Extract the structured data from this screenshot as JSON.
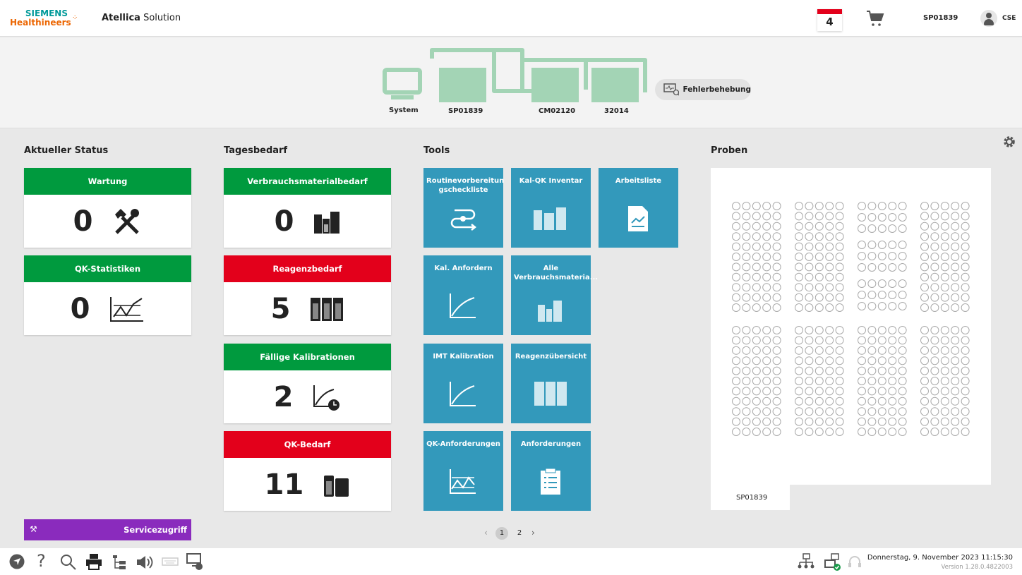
{
  "header": {
    "brand_top": "SIEMENS",
    "brand_bottom": "Healthineers",
    "app_bold": "Atellica",
    "app_rest": "Solution",
    "calendar_count": "4",
    "system_id": "SP01839",
    "user": "CSE"
  },
  "instrument": {
    "modules": [
      "System",
      "SP01839",
      "CM02120",
      "32014"
    ],
    "troubleshoot_label": "Fehlerbehebung"
  },
  "status": {
    "title": "Aktueller Status",
    "cards": [
      {
        "label": "Wartung",
        "value": "0",
        "color": "#009a3e"
      },
      {
        "label": "QK-Statistiken",
        "value": "0",
        "color": "#009a3e"
      }
    ],
    "service_label": "Servicezugriff"
  },
  "daily": {
    "title": "Tagesbedarf",
    "cards": [
      {
        "label": "Verbrauchsmaterialbedarf",
        "value": "0",
        "color": "#009a3e"
      },
      {
        "label": "Reagenzbedarf",
        "value": "5",
        "color": "#e3001b"
      },
      {
        "label": "Fällige Kalibrationen",
        "value": "2",
        "color": "#009a3e"
      },
      {
        "label": "QK-Bedarf",
        "value": "11",
        "color": "#e3001b"
      }
    ]
  },
  "tools": {
    "title": "Tools",
    "items": [
      {
        "label": "Routinevorbereitun gscheckliste"
      },
      {
        "label": "Kal-QK Inventar"
      },
      {
        "label": "Arbeitsliste"
      },
      {
        "label": "Kal. Anfordern"
      },
      {
        "label": "Alle Verbrauchsmateria..."
      },
      {
        "label": "IMT Kalibration"
      },
      {
        "label": "Reagenzübersicht"
      },
      {
        "label": "QK-Anforderungen"
      },
      {
        "label": "Anforderungen"
      }
    ],
    "pages": [
      "1",
      "2"
    ],
    "current_page": "1"
  },
  "samples": {
    "title": "Proben",
    "tab": "SP01839"
  },
  "footer": {
    "datetime": "Donnerstag, 9. November 2023 11:15:30",
    "version": "Version 1.28.0.4822003"
  }
}
